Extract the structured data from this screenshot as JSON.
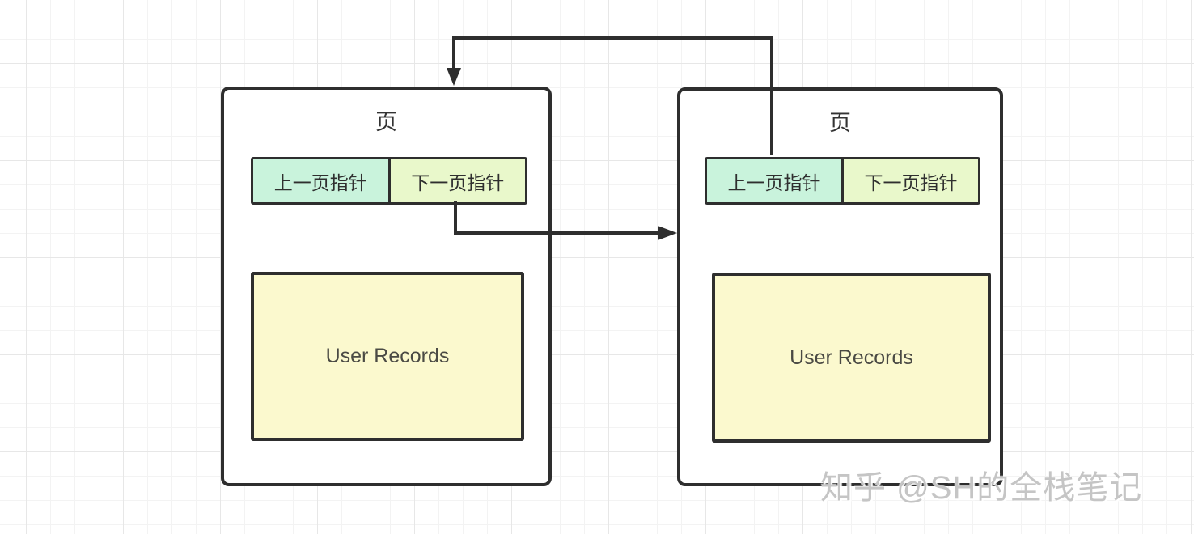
{
  "diagram": {
    "pages": [
      {
        "title": "页",
        "pointers": {
          "prev": "上一页指针",
          "next": "下一页指针"
        },
        "records_label": "User Records"
      },
      {
        "title": "页",
        "pointers": {
          "prev": "上一页指针",
          "next": "下一页指针"
        },
        "records_label": "User Records"
      }
    ],
    "arrows": [
      {
        "name": "prev-pointer-arrow",
        "from": "page2.prev_pointer",
        "to": "page1.top",
        "direction": "down"
      },
      {
        "name": "next-pointer-arrow",
        "from": "page1.next_pointer",
        "to": "page2.left",
        "direction": "right"
      }
    ],
    "watermark": "知乎 @SH的全栈笔记",
    "colors": {
      "prev_pointer_bg": "#c9f3dc",
      "next_pointer_bg": "#e9f8cb",
      "records_bg": "#fbf9ce",
      "border": "#2e2e2e",
      "arrow": "#2e2e2e",
      "watermark": "#c5c5c5",
      "grid_minor": "#f3f3f3",
      "grid_major": "#e7e7e7",
      "page_bg": "#ffffff"
    }
  }
}
